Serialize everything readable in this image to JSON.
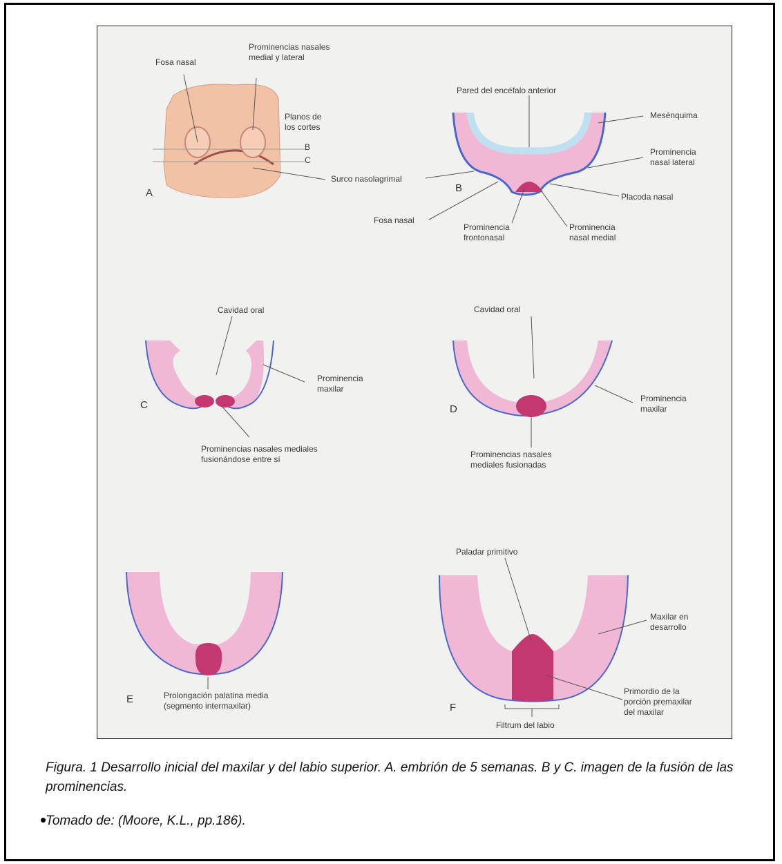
{
  "labels": {
    "a_fosa_nasal": "Fosa nasal",
    "a_prominencias": "Prominencias nasales\nmedial y lateral",
    "a_planos": "Planos de\nlos cortes",
    "a_b": "B",
    "a_c": "C",
    "a_surco": "Surco nasolagrimal",
    "b_pared": "Pared del encéfalo anterior",
    "b_mesenquima": "Mesénquima",
    "b_prom_lateral": "Prominencia\nnasal lateral",
    "b_placoda": "Placoda nasal",
    "b_fosa": "Fosa nasal",
    "b_frontonasal": "Prominencia\nfrontonasal",
    "b_nasal_medial": "Prominencia\nnasal medial",
    "c_cavidad": "Cavidad oral",
    "c_maxilar": "Prominencia\nmaxilar",
    "c_fusion": "Prominencias nasales mediales\nfusionándose entre sí",
    "d_cavidad": "Cavidad oral",
    "d_maxilar": "Prominencia\nmaxilar",
    "d_fusionadas": "Prominencias nasales\nmediales fusionadas",
    "e_prolongacion": "Prolongación palatina media\n(segmento intermaxilar)",
    "f_paladar": "Paladar primitivo",
    "f_maxilar": "Maxilar en\ndesarrollo",
    "f_primordio": "Primordio de la\nporción premaxilar\ndel maxilar",
    "f_filtrum": "Filtrum del labio"
  },
  "panels": {
    "a": "A",
    "b": "B",
    "c": "C",
    "d": "D",
    "e": "E",
    "f": "F"
  },
  "caption": "Figura. 1 Desarrollo inicial del maxilar y del labio superior. A. embrión de 5 semanas. B y C. imagen de la fusión de las prominencias.",
  "source": "Tomado de: (Moore, K.L., pp.186).",
  "colors": {
    "tissue": "#f0b8d4",
    "tissue_edge": "#7a90d8",
    "nasal": "#c2386f",
    "brain": "#bfe0f0",
    "face": "#f2c2a6",
    "page": "#f1f1ef"
  }
}
